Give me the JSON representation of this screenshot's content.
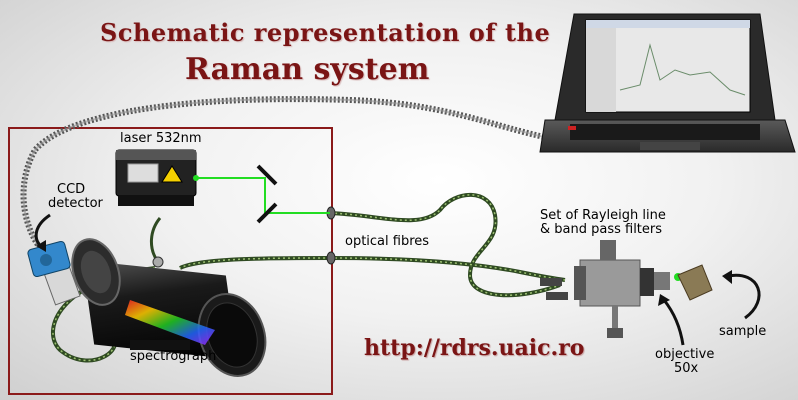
{
  "title": {
    "line1": "Schematic representation of the",
    "line2": "Raman system"
  },
  "labels": {
    "laser": "laser 532nm",
    "ccd_line1": "CCD",
    "ccd_line2": "detector",
    "optical_fibres": "optical fibres",
    "filters_line1": "Set of Rayleigh line",
    "filters_line2": "& band pass filters",
    "spectrograph": "spectrograph",
    "sample": "sample",
    "objective_line1": "objective",
    "objective_line2": "50x"
  },
  "url": "http://rdrs.uaic.ro",
  "colors": {
    "title": "#7a1515",
    "frame": "#8b1a1a",
    "laser_beam": "#22dd22",
    "fibre": "#3a5a2a"
  }
}
